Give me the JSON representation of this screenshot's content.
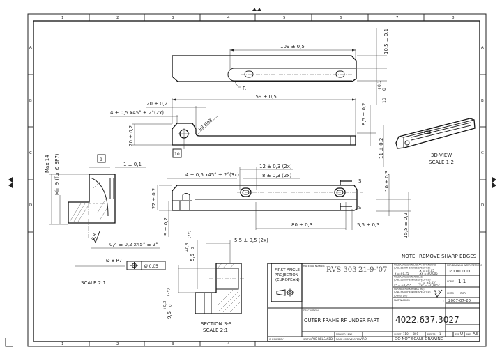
{
  "border": {
    "columns": [
      "1",
      "2",
      "3",
      "4",
      "5",
      "6",
      "7",
      "8"
    ],
    "rows": [
      "A",
      "B",
      "C",
      "D"
    ]
  },
  "top_view": {
    "dim_length": "109  ± 0,5",
    "dim_height": "10,5  ± 0,1",
    "dim_slot": "+0,1\n0",
    "dim_slot_top": "+0,1",
    "dim_slot_bottom": "0",
    "dim_slot_base": "10",
    "radius_label": "R"
  },
  "front_view": {
    "dim_total": "159  ± 0,5",
    "dim_head": "20  ± 0,2",
    "dim_chamfer": "4  ± 0,5  x45° ± 2°(2x)",
    "dim_height": "20  ± 0,2",
    "radius": "R3 MAX",
    "box_10": "10",
    "dim_85": "8,5  ± 0,2",
    "dim_11": "11  ± 0,2"
  },
  "side_view": {
    "box_9": "9",
    "dim_1": "1  ± 0,1",
    "max_14": "Max  14",
    "min_9": "Min  9 (for Ø 8P7)",
    "roughness": "0,8",
    "chamfer": "0,4  ± 0,2  x45° ± 2°",
    "bore": "Ø 8  P7",
    "tolerance_frame": "Ø 0,05",
    "scale": "SCALE  2:1"
  },
  "middle_view": {
    "dim_chamfer": "4  ± 0,5  x45° ± 2°(3x)",
    "dim_12": "12  ± 0,3  (2x)",
    "dim_8": "8  ± 0,3  (2x)",
    "dim_22": "22  ± 0,2",
    "dim_9": "9  ± 0,2",
    "dim_80": "80  ± 0,3",
    "dim_55": "5,5  ± 0,3",
    "dim_10": "10  ± 0,3",
    "dim_155": "15,5  ± 0,2",
    "section_mark": "S"
  },
  "section": {
    "dim_55_top": "5,5  ± 0,5  (2x)",
    "dim_55_v": "5,5",
    "dim_55_tol_up": "+0,3",
    "dim_55_tol_lo": "0",
    "dim_95_v": "9,5",
    "dim_95_tol_up": "+0,3",
    "dim_95_tol_lo": "0",
    "count": "(2x)",
    "title": "SECTION  S-S",
    "scale": "SCALE  2:1"
  },
  "view_3d": {
    "title": "3D-VIEW",
    "scale": "SCALE  1:2"
  },
  "note": {
    "label": "NOTE",
    "text": "REMOVE  SHARP  EDGES"
  },
  "title_block": {
    "projection": [
      "FIRST ANGLE",
      "PROJECTION",
      "(EUROPEAN)"
    ],
    "material_label": "MATERIAL NUMBER",
    "material_value": "RVS 303",
    "handwritten_date": "21-9-'07",
    "tol_linear_label": "TOLERANCES ON LINEAR DIMENSIONS",
    "tol_unless": "(UNLESS OTHERWISE SPECIFIED)",
    "tol_linear_x": "x  =  ±0,25",
    "tol_linear_x1": ".x  =  ±0,05",
    "tol_linear_x2": ".xx  =  ±0,005",
    "tol_angle_label": "TOLERANCES ON ANGLES",
    "tol_angle_x": "x°  =  ±0,25°",
    "tol_angle_x1": ".x°  =  ±0,05°",
    "tol_angle_x2": ".xx°  =  ±0,005°",
    "roughness_label": "SURFACE ROUGHNESS (Ra)",
    "roughness_value": "3,2",
    "units_um": "(UNITS: µm)",
    "interp_label": "FOR DRAWING INTERPRETATION",
    "interp_value": "TPD 00 0000",
    "scale_label": "SCALE",
    "scale_value": "1:1",
    "units_label": "UNITS",
    "units_value": "mm",
    "description_label": "DESCRIPTION",
    "description": "OUTER FRAME RF UNDER PART",
    "part_label": "PART NUMBER",
    "part_number": "4022.637.3027",
    "revision": "1",
    "rev_date": "2007-07-20",
    "former_label": "FORMER 12NC",
    "sheet_label": "SHEET",
    "sheet_value": "110  ---  001",
    "sheets_label": "SHEETS",
    "sheets_value": "1",
    "sys_label": "SYS",
    "sys_value": "U",
    "size_label": "SIZE",
    "size_value": "A3",
    "checked_label": "CHECKED BY",
    "status_label": "STATUS",
    "status_value": "PRE-RELEASED",
    "codeveloper_label": "NAME CODEVELOPER",
    "codeveloper_value": "VIRO",
    "do_not_scale": "DO NOT SCALE DRAWING"
  }
}
